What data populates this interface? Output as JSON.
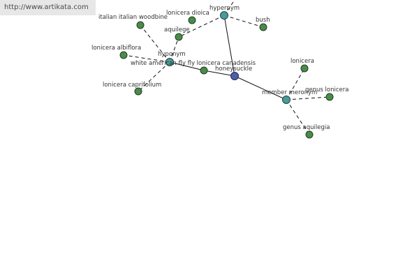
{
  "watermark": {
    "url": "http://www.artikata.com"
  },
  "colors": {
    "leaf": "#4a8b4a",
    "relation": "#4a9a9a",
    "center": "#4d5fa8",
    "edge": "#111111"
  },
  "graph": {
    "nodes": [
      {
        "id": "honeysuckle",
        "label": "honeysuckle",
        "kind": "center"
      },
      {
        "id": "hypernym",
        "label": "hypernym",
        "kind": "relation"
      },
      {
        "id": "hyponym",
        "label": "hyponym",
        "kind": "relation"
      },
      {
        "id": "member-meronym",
        "label": "member meronym",
        "kind": "relation"
      },
      {
        "id": "bush",
        "label": "bush",
        "kind": "leaf"
      },
      {
        "id": "lonicera-dioica",
        "label": "lonicera dioica",
        "kind": "leaf"
      },
      {
        "id": "aquilege",
        "label": "aquilege",
        "kind": "leaf"
      },
      {
        "id": "italian-woodbine",
        "label": "italian italian woodbine",
        "kind": "leaf"
      },
      {
        "id": "lonicera-albiflora",
        "label": "lonicera albiflora",
        "kind": "leaf"
      },
      {
        "id": "white-american-fly",
        "label": "white american fly fly lonicera canadensis",
        "kind": "leaf"
      },
      {
        "id": "lonicera-caprifolium",
        "label": "lonicera caprifolium",
        "kind": "leaf"
      },
      {
        "id": "lonicera",
        "label": "lonicera",
        "kind": "leaf"
      },
      {
        "id": "genus-lonicera",
        "label": "genus lonicera",
        "kind": "leaf"
      },
      {
        "id": "genus-aquilegia",
        "label": "genus aquilegia",
        "kind": "leaf"
      }
    ],
    "edges": [
      {
        "from": "honeysuckle",
        "to": "hypernym",
        "style": "solid"
      },
      {
        "from": "honeysuckle",
        "to": "white-american-fly",
        "style": "solid"
      },
      {
        "from": "white-american-fly",
        "to": "hyponym",
        "style": "solid"
      },
      {
        "from": "honeysuckle",
        "to": "member-meronym",
        "style": "solid"
      },
      {
        "from": "hypernym",
        "to": "bush",
        "style": "dashed"
      },
      {
        "from": "hypernym",
        "to": "aquilege",
        "style": "dashed"
      },
      {
        "from": "hypernym",
        "to": "hypernym-up",
        "style": "dashed"
      },
      {
        "from": "hyponym",
        "to": "italian-woodbine",
        "style": "dashed"
      },
      {
        "from": "hyponym",
        "to": "lonicera-albiflora",
        "style": "dashed"
      },
      {
        "from": "hyponym",
        "to": "lonicera-caprifolium",
        "style": "dashed"
      },
      {
        "from": "hyponym",
        "to": "aquilege",
        "style": "dashed"
      },
      {
        "from": "member-meronym",
        "to": "lonicera",
        "style": "dashed"
      },
      {
        "from": "member-meronym",
        "to": "genus-lonicera",
        "style": "dashed"
      },
      {
        "from": "member-meronym",
        "to": "genus-aquilegia",
        "style": "dashed"
      }
    ]
  }
}
